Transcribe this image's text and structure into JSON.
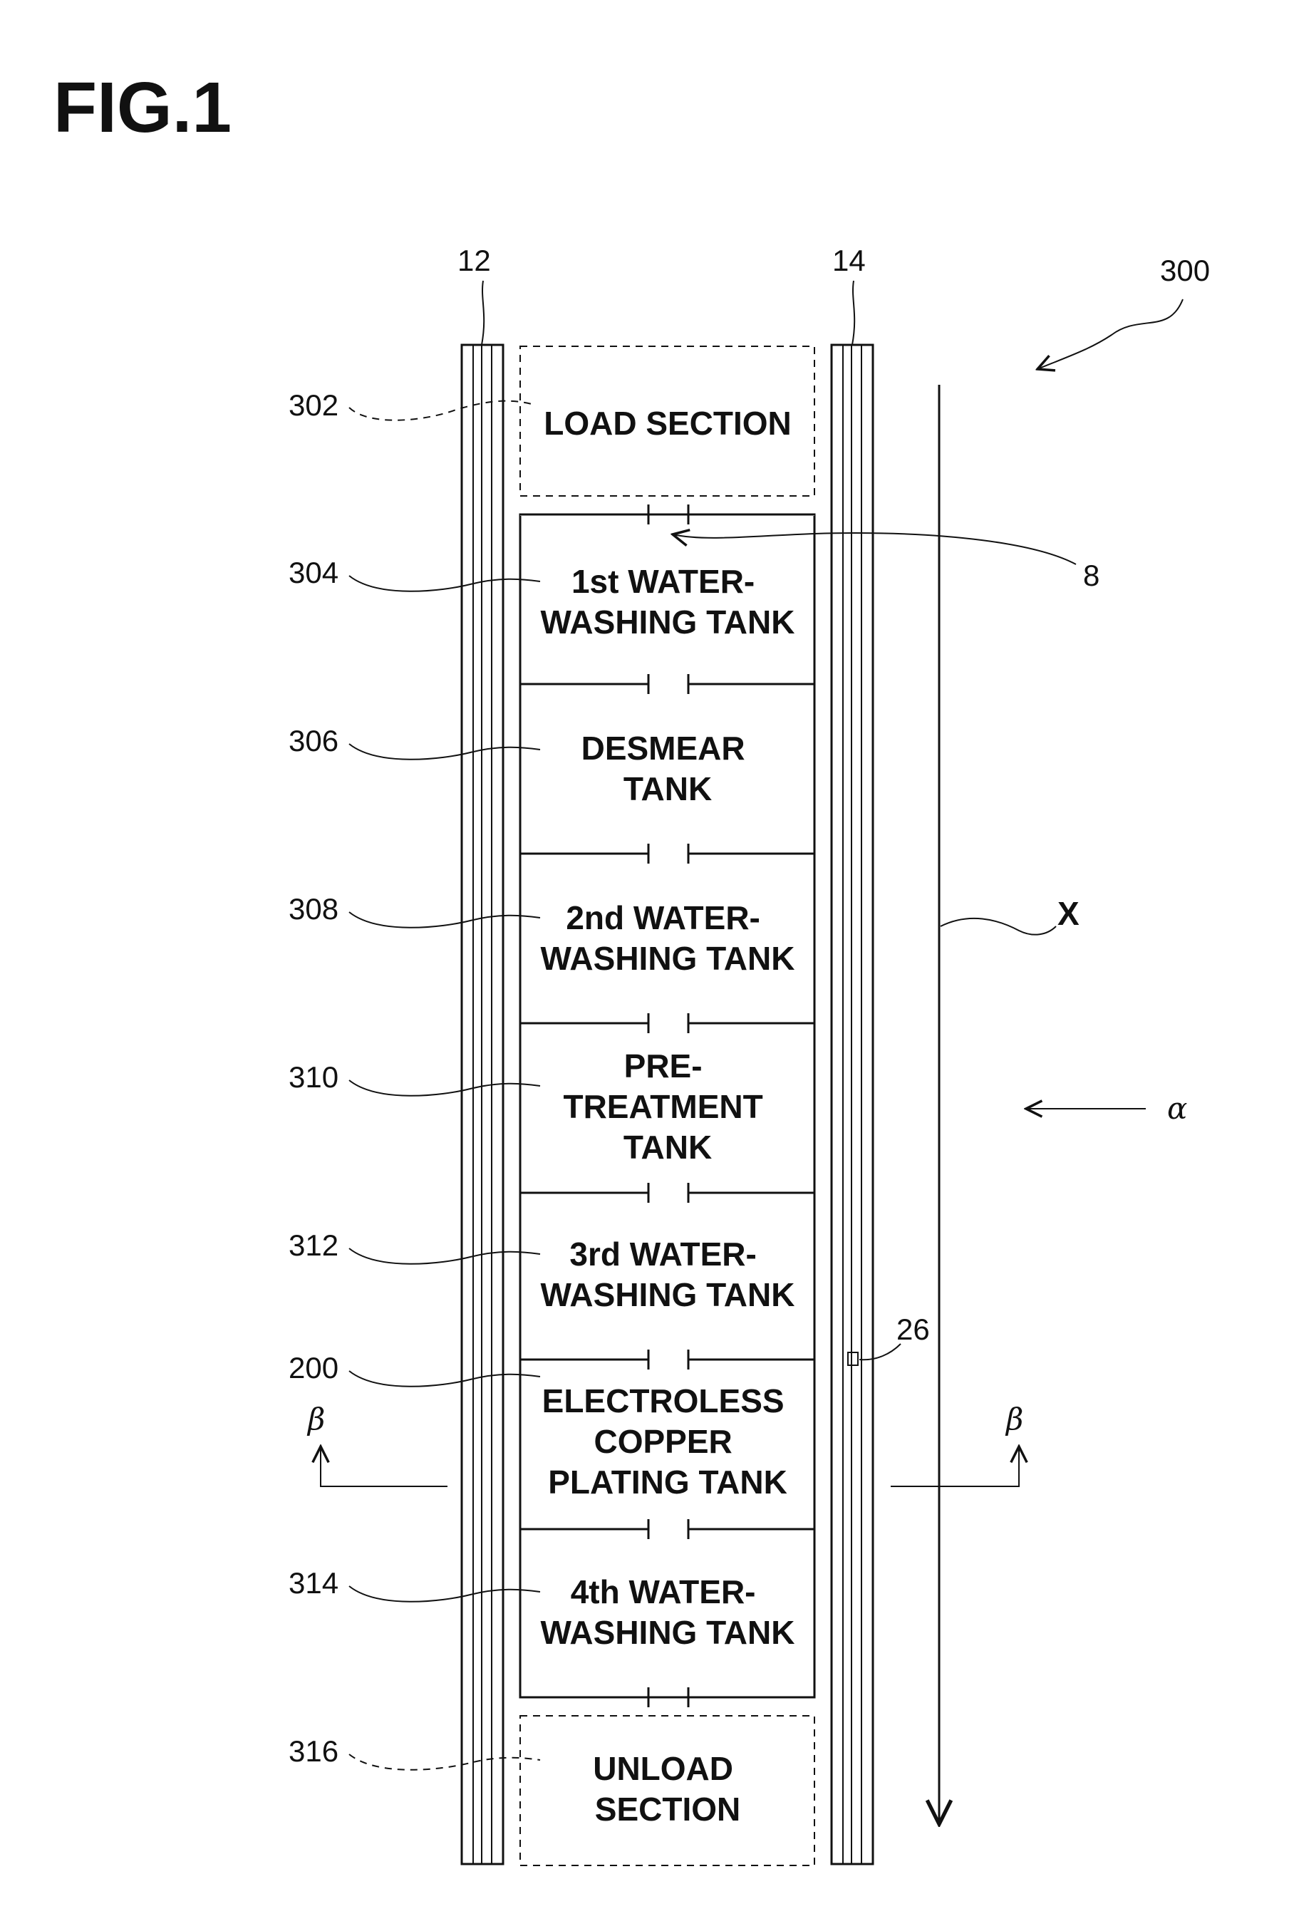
{
  "figure_title": "FIG.1",
  "references": {
    "rail_left": "12",
    "rail_right": "14",
    "system": "300",
    "opening": "8",
    "direction": "X",
    "sensor": "26",
    "view_alpha": "α",
    "view_beta": "β"
  },
  "sections": [
    {
      "ref": "302",
      "lines": [
        "LOAD SECTION"
      ]
    },
    {
      "ref": "304",
      "lines": [
        "1st WATER-",
        "WASHING TANK"
      ]
    },
    {
      "ref": "306",
      "lines": [
        "DESMEAR",
        "TANK"
      ]
    },
    {
      "ref": "308",
      "lines": [
        "2nd WATER-",
        "WASHING TANK"
      ]
    },
    {
      "ref": "310",
      "lines": [
        "PRE-",
        "TREATMENT",
        "TANK"
      ]
    },
    {
      "ref": "312",
      "lines": [
        "3rd WATER-",
        "WASHING TANK"
      ]
    },
    {
      "ref": "200",
      "lines": [
        "ELECTROLESS",
        "COPPER",
        "PLATING TANK"
      ]
    },
    {
      "ref": "314",
      "lines": [
        "4th WATER-",
        "WASHING TANK"
      ]
    },
    {
      "ref": "316",
      "lines": [
        "UNLOAD",
        "SECTION"
      ]
    }
  ]
}
